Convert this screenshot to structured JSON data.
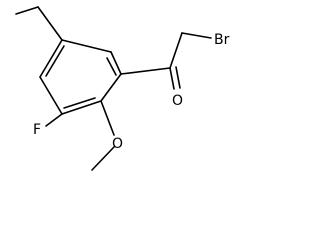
{
  "molecule": {
    "atom_labels": {
      "bromine": "Br",
      "carbonyl_oxygen": "O",
      "fluorine": "F",
      "methoxy_oxygen": "O"
    }
  },
  "colors": {
    "background": "#ffffff",
    "bond": "#000000",
    "label": "#000000"
  }
}
